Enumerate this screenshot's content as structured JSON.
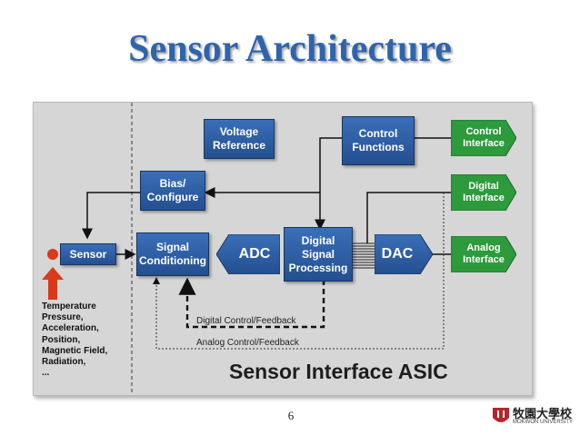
{
  "title": "Sensor Architecture",
  "blocks": {
    "voltage_reference": "Voltage\nReference",
    "control_functions": "Control\nFunctions",
    "bias_configure": "Bias/\nConfigure",
    "signal_conditioning": "Signal\nConditioning",
    "adc": "ADC",
    "dsp": "Digital\nSignal\nProcessing",
    "dac": "DAC"
  },
  "outputs": {
    "control": "Control\nInterface",
    "digital": "Digital\nInterface",
    "analog": "Analog\nInterface"
  },
  "sensor": "Sensor",
  "inputs": [
    "Temperature",
    "Pressure,",
    "Acceleration,",
    "Position,",
    "Magnetic Field,",
    "Radiation,",
    "..."
  ],
  "feedback": {
    "digital": "Digital Control/Feedback",
    "analog": "Analog Control/Feedback"
  },
  "asic_label": "Sensor Interface ASIC",
  "page_number": "6",
  "logo": {
    "name": "牧園大學校",
    "subtitle": "MOKWON UNIVERSITY"
  },
  "colors": {
    "title": "#2f64ad",
    "block": "#2c5aa0",
    "output_arrow": "#2d9a3c",
    "sensor_red": "#d93a1a"
  }
}
